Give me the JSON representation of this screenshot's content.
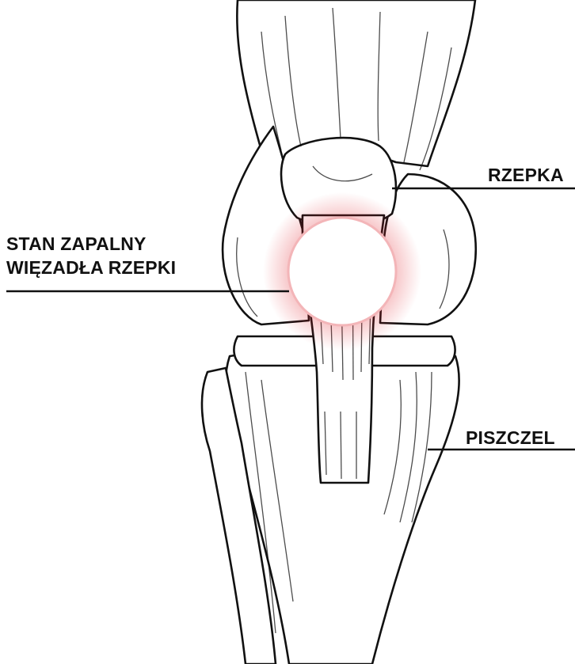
{
  "labels": {
    "inflammation_line1": "STAN ZAPALNY",
    "inflammation_line2": "WIĘZADŁA RZEPKI",
    "patella": "RZEPKA",
    "tibia": "PISZCZEL"
  },
  "colors": {
    "line": "#111111",
    "inflammation": "#e0202a",
    "background": "#ffffff"
  }
}
